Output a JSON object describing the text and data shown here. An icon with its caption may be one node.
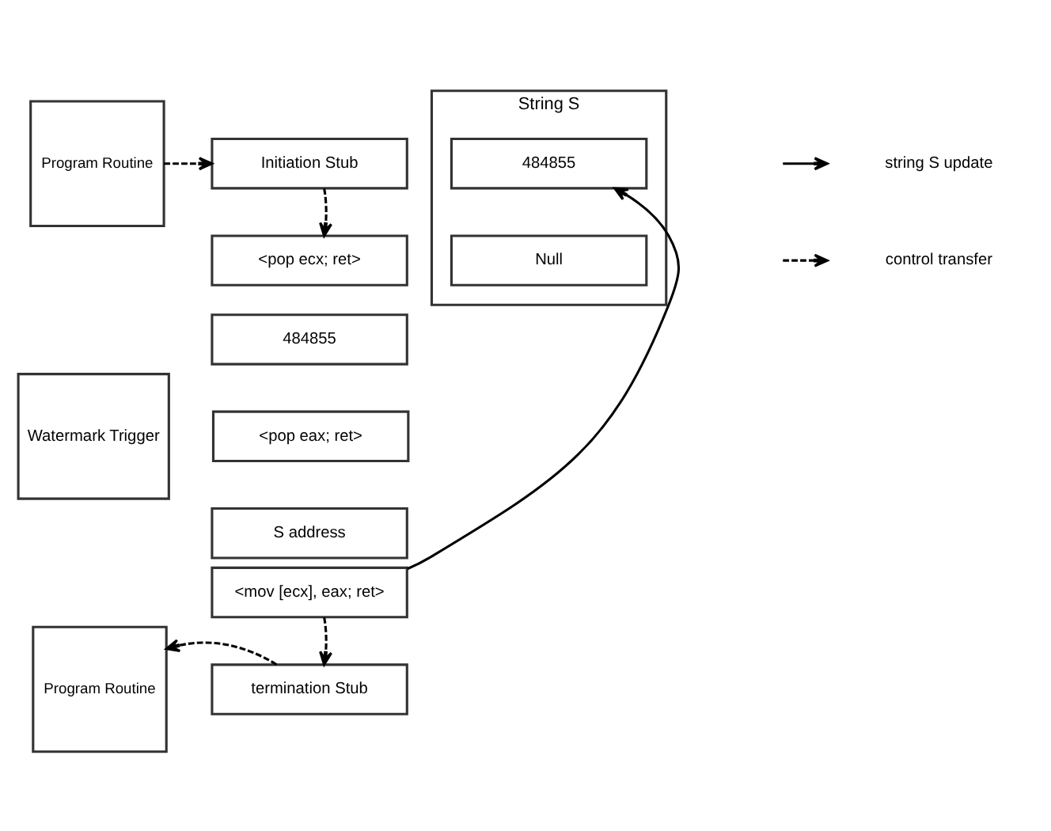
{
  "diagram": {
    "nodes": [
      {
        "text": [
          "Program Routine"
        ]
      },
      {
        "text": [
          "Watermark Trigger"
        ]
      },
      {
        "text": [
          "Program Routine"
        ]
      },
      {
        "text": [
          "Initiation Stub"
        ]
      },
      {
        "text": [
          "<pop ecx; ret>"
        ]
      },
      {
        "text": [
          "484855"
        ]
      },
      {
        "text": [
          "<pop eax; ret>"
        ]
      },
      {
        "text": [
          "S address"
        ]
      },
      {
        "text": [
          "<mov [ecx], eax; ret>"
        ]
      },
      {
        "text": [
          "termination Stub"
        ]
      },
      {
        "text": [
          "String S"
        ]
      },
      {
        "text": [
          "484855"
        ],
        "in": 10
      },
      {
        "text": [
          "Null"
        ],
        "in": 10
      }
    ],
    "edges": [
      {
        "from": 0,
        "to": 3,
        "arrow": "to",
        "style": "dashed"
      },
      {
        "from": 3,
        "to": 4,
        "arrow": "to",
        "style": "dashed"
      },
      {
        "from": 8,
        "to": 9,
        "arrow": "to",
        "style": "dashed"
      },
      {
        "from": 9,
        "to": 2,
        "arrow": "to",
        "style": "dashed"
      },
      {
        "from": 8,
        "to": 11,
        "arrow": "to"
      }
    ],
    "legend": [
      {
        "text": "string S update"
      },
      {
        "text": "control transfer"
      }
    ]
  }
}
